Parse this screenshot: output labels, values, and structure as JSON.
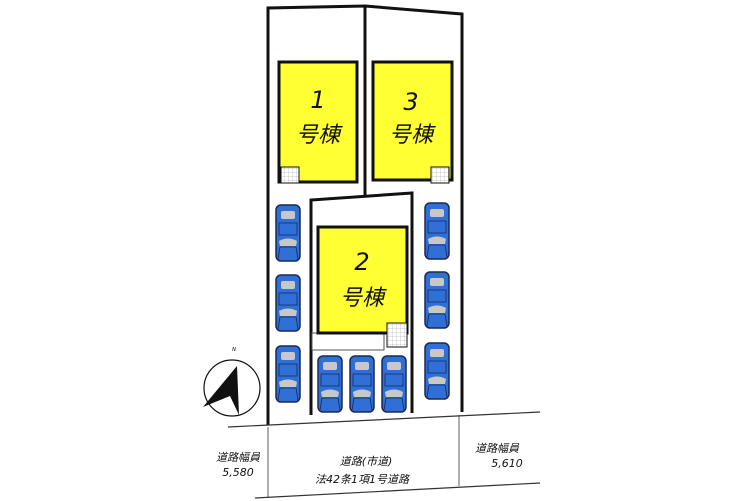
{
  "buildings": [
    {
      "number": "1",
      "label": "号棟"
    },
    {
      "number": "2",
      "label": "号棟"
    },
    {
      "number": "3",
      "label": "号棟"
    }
  ],
  "road": {
    "name": "道路(市道)",
    "classification": "法42条1項1号道路",
    "left_width_label": "道路幅員",
    "left_width_value": "5,580",
    "right_width_label": "道路幅員",
    "right_width_value": "5,610"
  },
  "compass": {
    "label": "N",
    "icon": "north-arrow-icon"
  },
  "colors": {
    "building": "#ffff33",
    "car": "#2f6fd6",
    "car_window": "#c8c8c8",
    "outline": "#111111"
  },
  "parking_spaces": 9
}
